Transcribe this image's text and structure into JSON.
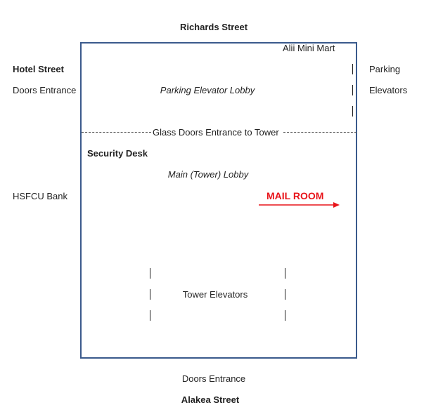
{
  "streets": {
    "north": "Richards Street",
    "south": "Alakea Street",
    "west": "Hotel Street"
  },
  "outside_labels": {
    "west_doors": "Doors Entrance",
    "west_bank": "HSFCU Bank",
    "east_parking": "Parking",
    "east_elevators": "Elevators",
    "south_doors": "Doors Entrance"
  },
  "inside_labels": {
    "mini_mart": "Alii Mini Mart",
    "parking_lobby": "Parking Elevator Lobby",
    "glass_doors": "Glass Doors Entrance to Tower",
    "security_desk": "Security Desk",
    "main_lobby": "Main (Tower) Lobby",
    "mail_room": "MAIL ROOM",
    "tower_elevators": "Tower Elevators"
  },
  "colors": {
    "building_border": "#3a5a8c",
    "mail_room": "#e8141a"
  }
}
